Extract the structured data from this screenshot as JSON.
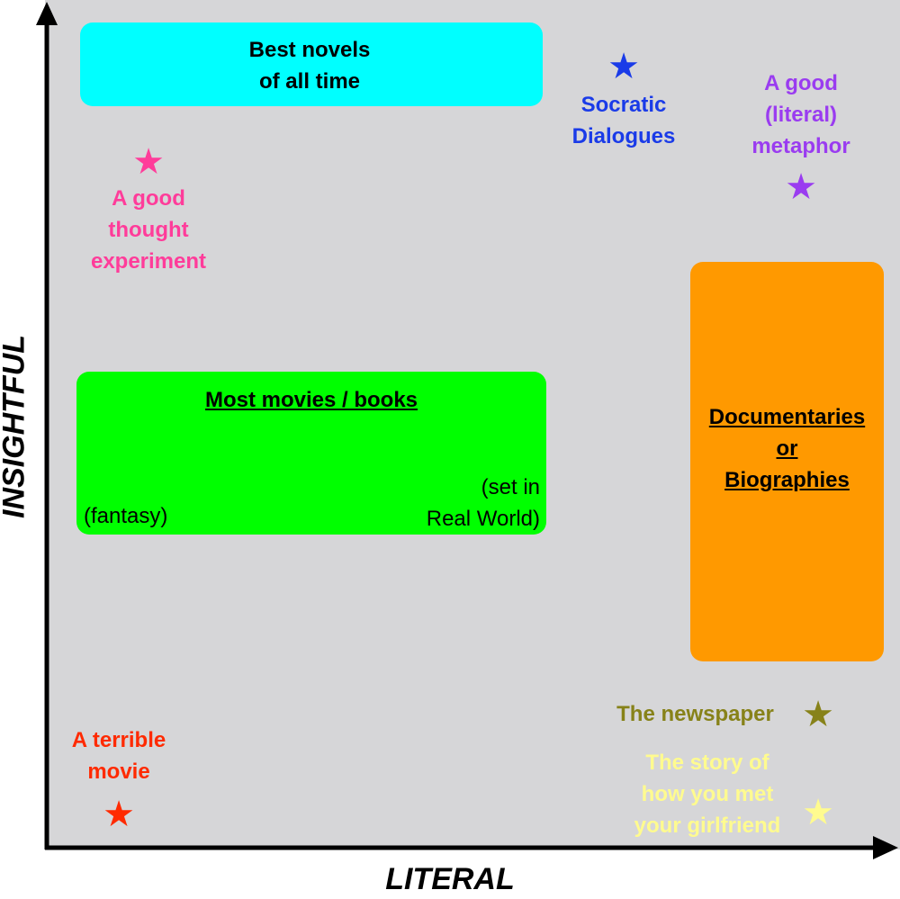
{
  "axes": {
    "x_label": "LITERAL",
    "y_label": "INSIGHTFUL"
  },
  "regions": {
    "best_novels": {
      "text": "Best novels\nof all time",
      "color": "#00ffff"
    },
    "most_movies": {
      "title": "Most movies / books",
      "left_note": "(fantasy)",
      "right_note": "(set in\nReal World)",
      "color": "#00ff00"
    },
    "documentaries": {
      "text": "Documentaries\nor\nBiographies",
      "color": "#ff9900"
    }
  },
  "points": {
    "socratic": {
      "label": "Socratic\nDialogues",
      "color": "#1a3be8"
    },
    "metaphor": {
      "label": "A good\n(literal)\nmetaphor",
      "color": "#9a3cf0"
    },
    "thought_experiment": {
      "label": "A good\nthought\nexperiment",
      "color": "#ff3c9a"
    },
    "terrible_movie": {
      "label": "A terrible\nmovie",
      "color": "#ff2a00"
    },
    "newspaper": {
      "label": "The newspaper",
      "color": "#878219"
    },
    "girlfriend": {
      "label": "The story of\nhow you met\nyour girlfriend",
      "color": "#fffb8f"
    }
  },
  "star_glyph": "★"
}
